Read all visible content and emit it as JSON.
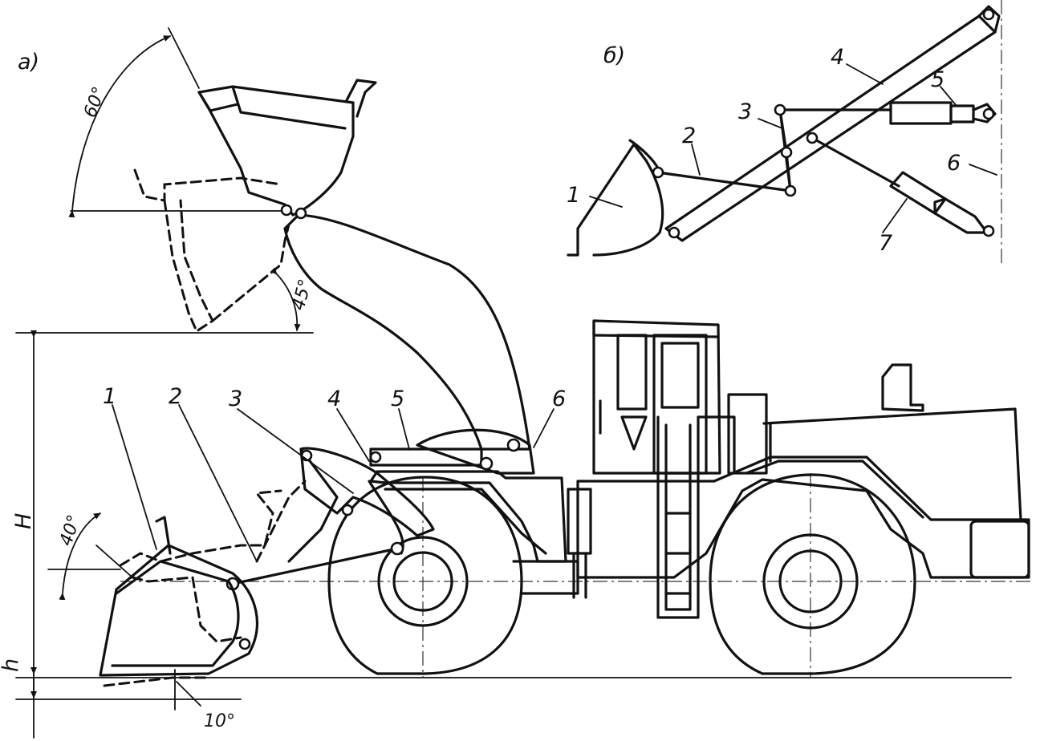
{
  "view_a": {
    "label": "а)",
    "angles": {
      "tip": "60°",
      "dump": "45°",
      "ground": "40°",
      "dig": "10°"
    },
    "dims": {
      "height": "H",
      "small": "h"
    },
    "parts": [
      "1",
      "2",
      "3",
      "4",
      "5",
      "6"
    ]
  },
  "view_b": {
    "label": "б)",
    "parts": [
      "1",
      "2",
      "3",
      "4",
      "5",
      "6",
      "7"
    ]
  }
}
